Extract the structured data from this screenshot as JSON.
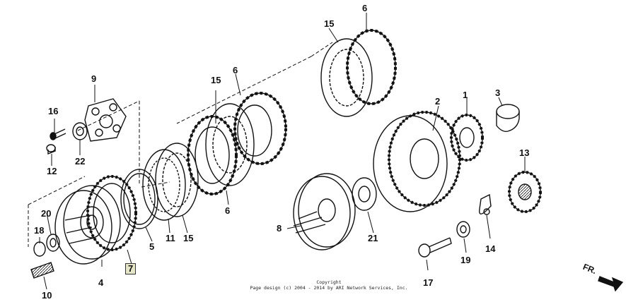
{
  "callouts": {
    "c1": "1",
    "c2": "2",
    "c3": "3",
    "c4": "4",
    "c5": "5",
    "c6a": "6",
    "c6b": "6",
    "c6c": "6",
    "c7": "7",
    "c8": "8",
    "c9": "9",
    "c10": "10",
    "c11": "11",
    "c12": "12",
    "c13": "13",
    "c14": "14",
    "c15a": "15",
    "c15b": "15",
    "c15c": "15",
    "c16": "16",
    "c17": "17",
    "c18": "18",
    "c19": "19",
    "c20": "20",
    "c21": "21",
    "c22": "22"
  },
  "copyright": {
    "line1": "Copyright",
    "line2": "Page design (c) 2004 - 2014 by ARI Network Services, Inc."
  },
  "direction_label": "FR.",
  "colors": {
    "ink": "#111111",
    "highlight_box": "#e6e6c8"
  }
}
